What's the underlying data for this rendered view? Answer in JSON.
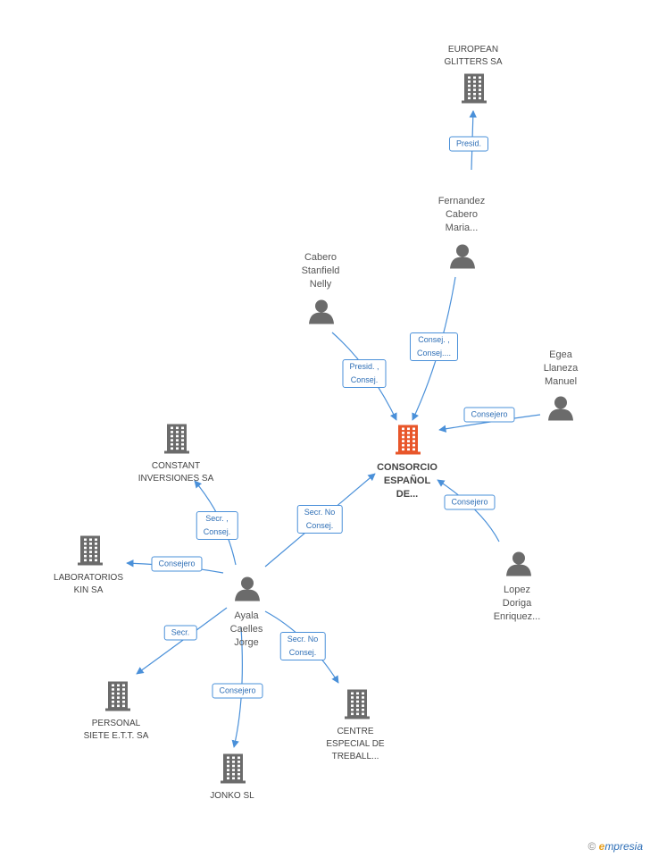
{
  "colors": {
    "edge": "#4a90d9",
    "icon": "#6b6b6b",
    "main_icon": "#e8562a"
  },
  "nodes": {
    "main": {
      "label": "CONSORCIO\nESPAÑOL\nDE...",
      "icon": "building-icon"
    },
    "european": {
      "label": "EUROPEAN\nGLITTERS SA",
      "icon": "building-icon"
    },
    "fernandez": {
      "label": "Fernandez\nCabero\nMaria...",
      "icon": "person-icon"
    },
    "cabero": {
      "label": "Cabero\nStanfield\nNelly",
      "icon": "person-icon"
    },
    "egea": {
      "label": "Egea\nLlaneza\nManuel",
      "icon": "person-icon"
    },
    "lopez": {
      "label": "Lopez\nDoriga\nEnriquez...",
      "icon": "person-icon"
    },
    "ayala": {
      "label": "Ayala\nCaelles\nJorge",
      "icon": "person-icon"
    },
    "constant": {
      "label": "CONSTANT\nINVERSIONES SA",
      "icon": "building-icon"
    },
    "laboratorios": {
      "label": "LABORATORIOS\nKIN SA",
      "icon": "building-icon"
    },
    "personal": {
      "label": "PERSONAL\nSIETE E.T.T. SA",
      "icon": "building-icon"
    },
    "jonko": {
      "label": "JONKO SL",
      "icon": "building-icon"
    },
    "centre": {
      "label": "CENTRE\nESPECIAL DE\nTREBALL...",
      "icon": "building-icon"
    }
  },
  "edges": {
    "fernandez_european": "Presid.",
    "fernandez_main": "Consej. ,\nConsej....",
    "cabero_main": "Presid. ,\nConsej.",
    "egea_main": "Consejero",
    "lopez_main": "Consejero",
    "ayala_main": "Secr.  No\nConsej.",
    "ayala_constant": "Secr. ,\nConsej.",
    "ayala_laboratorios": "Consejero",
    "ayala_personal": "Secr.",
    "ayala_jonko": "Consejero",
    "ayala_centre": "Secr.  No\nConsej."
  },
  "footer": {
    "copyright": "©",
    "brand_first": "e",
    "brand_rest": "mpresia"
  }
}
